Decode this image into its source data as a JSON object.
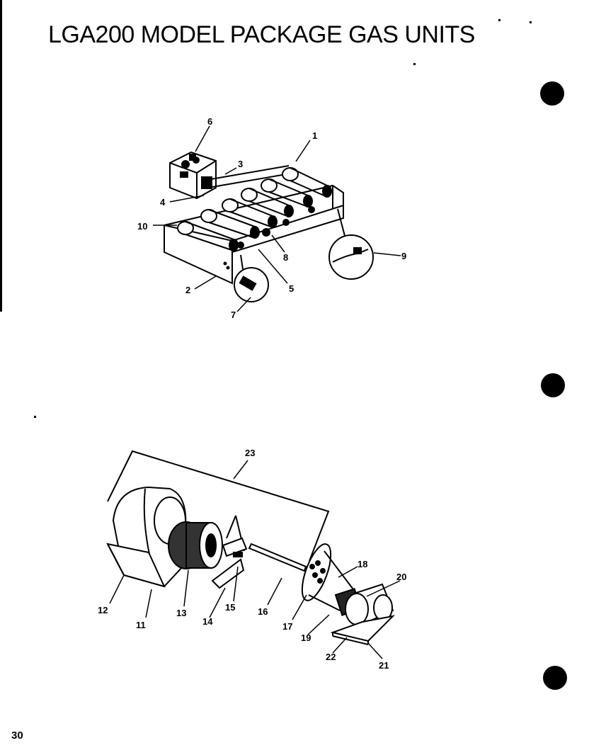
{
  "page": {
    "title": "LGA200 MODEL PACKAGE GAS UNITS",
    "page_number": "30"
  },
  "burner_assembly": {
    "callouts": [
      "1",
      "2",
      "3",
      "4",
      "5",
      "6",
      "7",
      "8",
      "9",
      "10"
    ],
    "labels": {
      "c1": "1",
      "c2": "2",
      "c3": "3",
      "c4": "4",
      "c5": "5",
      "c6": "6",
      "c7": "7",
      "c8": "8",
      "c9": "9",
      "c10": "10"
    }
  },
  "blower_assembly": {
    "labels": {
      "c11": "11",
      "c12": "12",
      "c13": "13",
      "c14": "14",
      "c15": "15",
      "c16": "16",
      "c17": "17",
      "c18": "18",
      "c19": "19",
      "c20": "20",
      "c21": "21",
      "c22": "22",
      "c23": "23"
    }
  },
  "colors": {
    "ink": "#000000",
    "paper": "#ffffff"
  }
}
